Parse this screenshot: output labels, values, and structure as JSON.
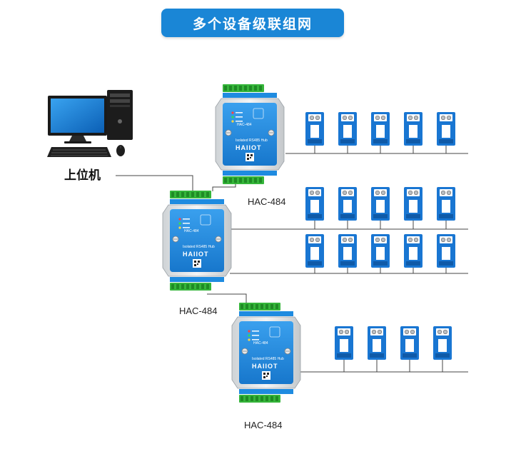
{
  "title": "多个设备级联组网",
  "host": {
    "label": "上位机"
  },
  "hubs": [
    {
      "model": "HAC-484",
      "panel_model": "HAC-484",
      "panel_brand": "HAIIOT",
      "panel_subtitle": "Isolated RS485 Hub"
    },
    {
      "model": "HAC-484",
      "panel_model": "HAC-484",
      "panel_brand": "HAIIOT",
      "panel_subtitle": "Isolated RS485 Hub"
    },
    {
      "model": "HAC-484",
      "panel_model": "HAC-484",
      "panel_brand": "HAIIOT",
      "panel_subtitle": "Isolated RS485 Hub"
    }
  ],
  "colors": {
    "banner": "#1a86d6",
    "hub_blue": "#1e8be0",
    "terminal_green": "#35b53a",
    "device_blue": "#1976d2",
    "line": "#444444"
  },
  "icons": [
    "desktop-computer-icon",
    "keyboard-icon",
    "mouse-icon",
    "sensor-module-icon"
  ]
}
